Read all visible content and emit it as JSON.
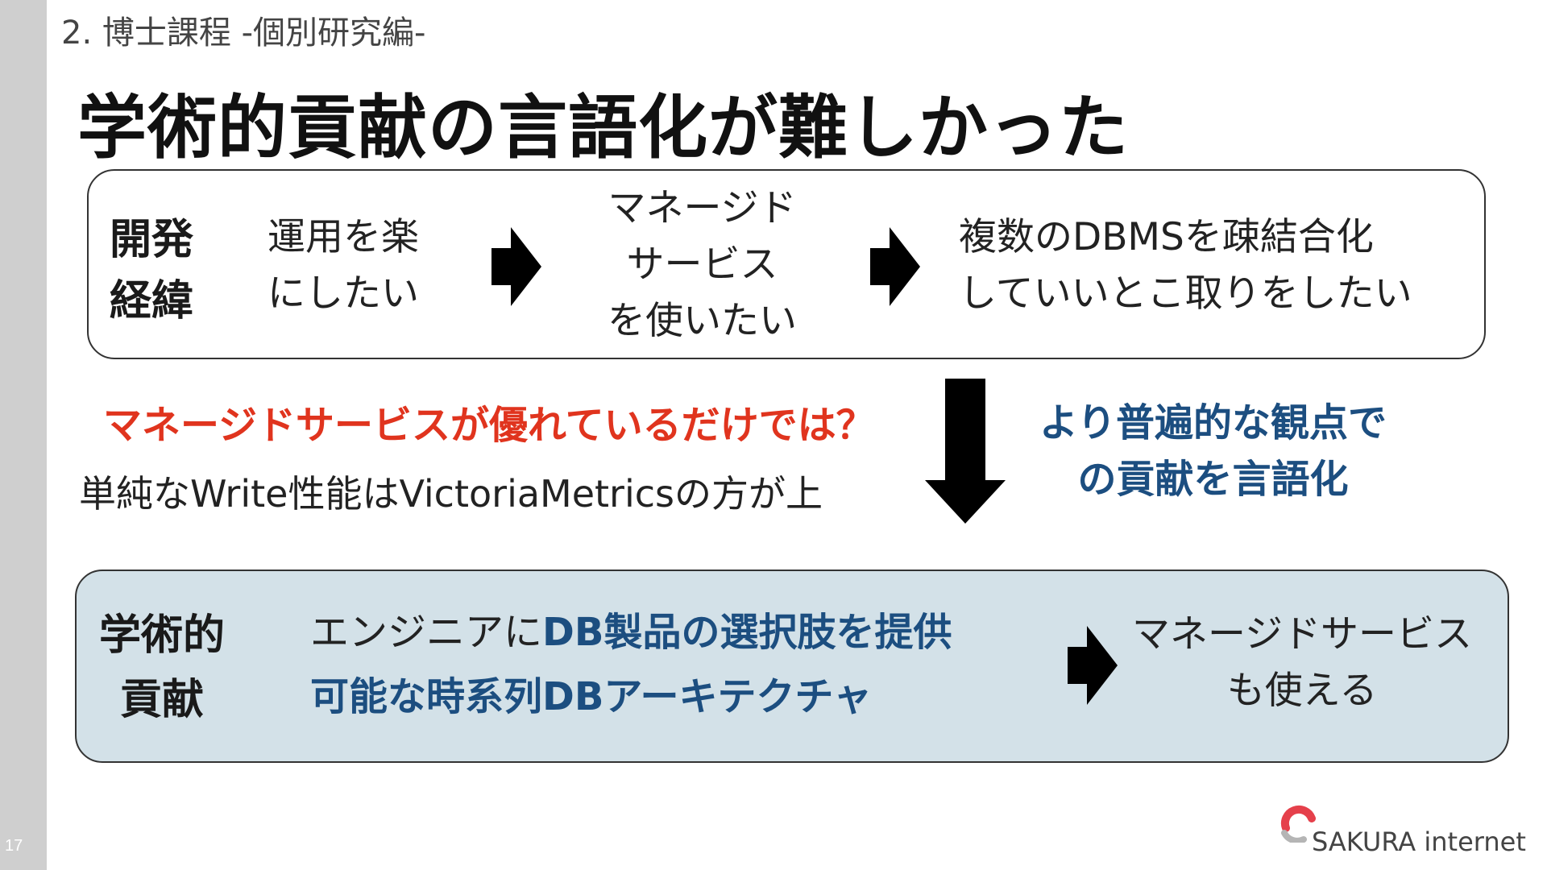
{
  "slide": {
    "page_number": "17",
    "section": "2. 博士課程 -個別研究編-",
    "title": "学術的貢献の言語化が難しかった"
  },
  "background_box": {
    "heading_line1": "開発",
    "heading_line2": "経緯",
    "step1_line1": "運用を楽",
    "step1_line2": "にしたい",
    "step2_line1": "マネージド",
    "step2_line2": "サービス",
    "step2_line3": "を使いたい",
    "step3_line1": "複数のDBMSを疎結合化",
    "step3_line2": "していいとこ取りをしたい"
  },
  "middle": {
    "question": "マネージドサービスが優れているだけでは？",
    "note": "単純なWrite性能はVictoriaMetricsの方が上",
    "insight_line1": "より普遍的な観点で",
    "insight_line2": "の貢献を言語化"
  },
  "contribution_box": {
    "heading_line1": "学術的",
    "heading_line2": "貢献",
    "line1_prefix": "エンジニアに",
    "line1_emphasis": "DB製品の選択肢を提供",
    "line2": "可能な時系列DBアーキテクチャ",
    "result_line1": "マネージドサービス",
    "result_line2": "も使える"
  },
  "logo": {
    "text": "SAKURA internet",
    "mark_color": "#e5404b"
  },
  "colors": {
    "accent_red": "#e0341e",
    "accent_blue": "#1c4e80",
    "contribution_bg": "#d3e1e8",
    "sidebar": "#cfcfcf"
  }
}
